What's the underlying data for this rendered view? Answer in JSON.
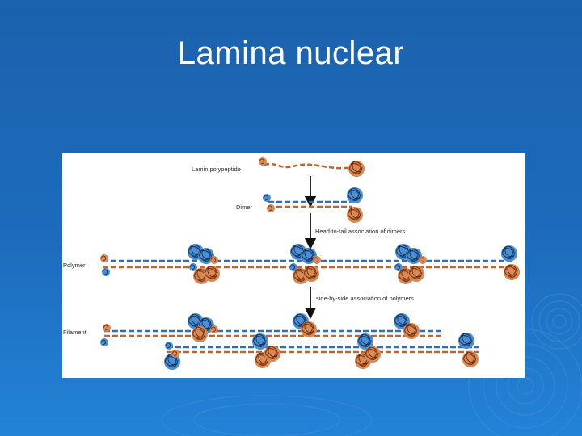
{
  "slide": {
    "title": "Lamina nuclear"
  },
  "figure": {
    "labels": {
      "polypeptide": "Lamin polypeptide",
      "dimer": "Dimer",
      "head_to_tail": "Head-to-tail association of dimers",
      "polymer": "Polymer",
      "side_by_side": "side-by-side association of polymers",
      "filament": "Filament"
    },
    "colors": {
      "orange_strand": "#c0652e",
      "blue_strand": "#2e6fb5",
      "background": "#ffffff",
      "slide_bg": "#1d6bbd"
    }
  }
}
